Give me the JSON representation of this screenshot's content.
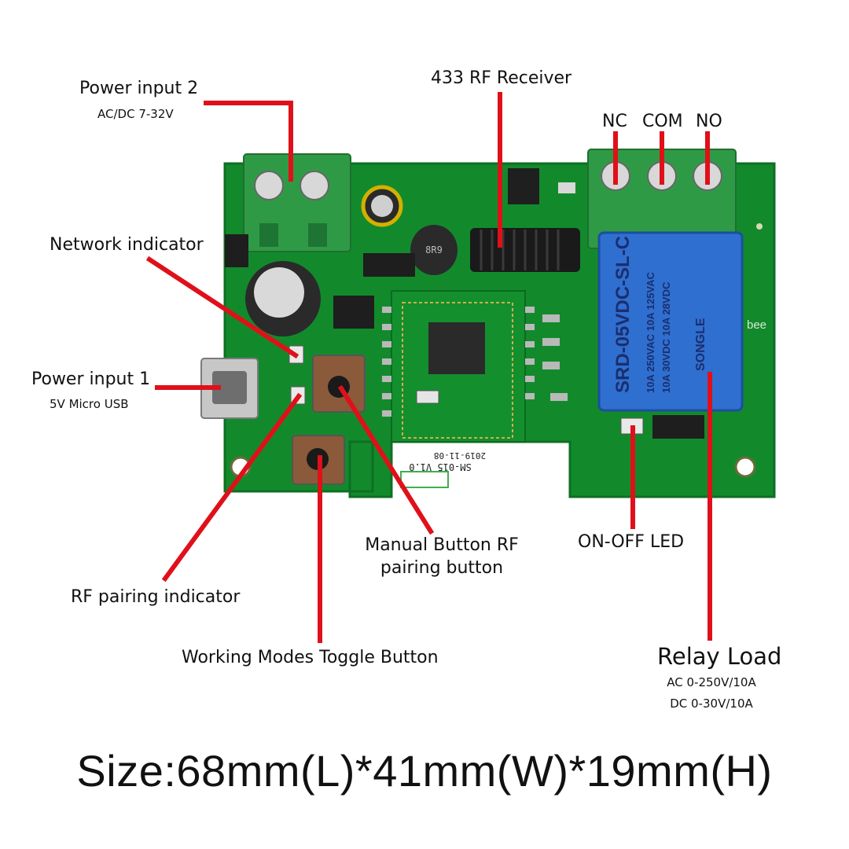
{
  "labels": {
    "power_input_2": {
      "title": "Power input 2",
      "sub": "AC/DC 7-32V"
    },
    "rf_receiver": {
      "title": "433 RF Receiver"
    },
    "network_indicator": {
      "title": "Network indicator"
    },
    "power_input_1": {
      "title": "Power input 1",
      "sub": "5V Micro USB"
    },
    "terminals": {
      "nc": "NC",
      "com": "COM",
      "no": "NO"
    },
    "manual_button": {
      "line1": "Manual Button RF",
      "line2": "pairing button"
    },
    "on_off_led": {
      "title": "ON-OFF LED"
    },
    "rf_pairing_indicator": {
      "title": "RF pairing indicator"
    },
    "working_modes": {
      "title": "Working Modes Toggle Button"
    },
    "relay_load": {
      "title": "Relay Load",
      "ac": "AC 0-250V/10A",
      "dc": "DC 0-30V/10A"
    }
  },
  "caption": "Size:68mm(L)*41mm(W)*19mm(H)",
  "board_markings": {
    "module_code": "SM-015 V1.0",
    "module_date": "2019-11-08",
    "relay_model": "SRD-05VDC-SL-C",
    "relay_brand": "SONGLE",
    "relay_rating_1": "10A 250VAC  10A 125VAC",
    "relay_rating_2": "10A 30VDC  10A 28VDC",
    "silk_text": "bee",
    "inductor": "8R9"
  },
  "colors": {
    "pcb": "#128a2c",
    "pcb_edge": "#0e6f23",
    "terminal": "#2f9a46",
    "relay": "#2f6fd0",
    "leader": "#e0101a",
    "text": "#111111"
  }
}
